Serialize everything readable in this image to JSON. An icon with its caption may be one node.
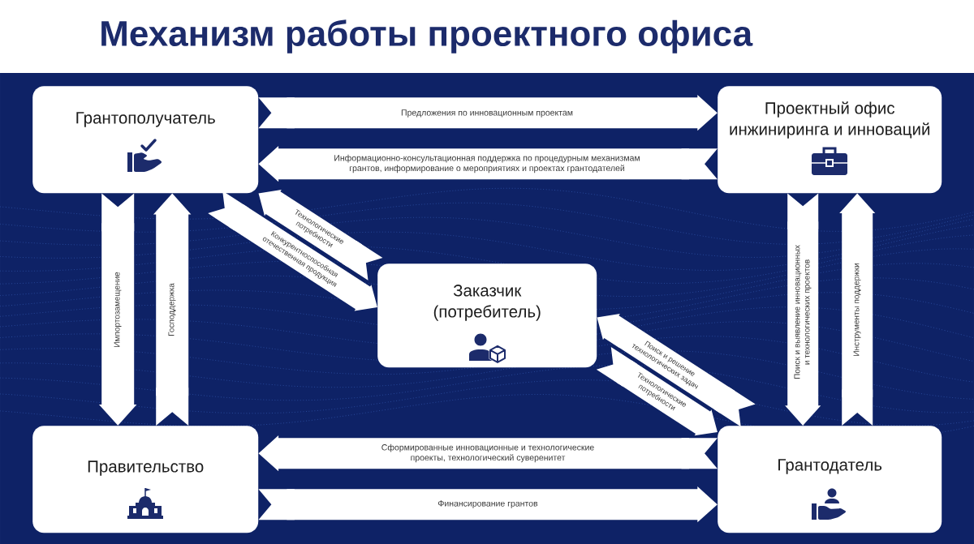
{
  "diagram": {
    "title": "Механизм работы проектного офиса",
    "nodes": [
      {
        "text": [
          "Грантополучатель"
        ]
      },
      {
        "text": [
          "Проектный офис инжиниринга и инноваций"
        ]
      },
      {
        "text": [
          "Заказчик (потребитель)"
        ]
      },
      {
        "text": [
          "Правительство"
        ]
      },
      {
        "text": [
          "Грантодатель"
        ]
      }
    ],
    "edges": [
      {
        "from": 0,
        "to": 1,
        "arrow": "to",
        "label": "Предложения по инновационным проектам"
      },
      {
        "from": 1,
        "to": 0,
        "arrow": "to",
        "label": "Информационно-консультационная поддержка по процедурным механизмам грантов, информирование о мероприятиях и проектах грантодателей"
      },
      {
        "from": 0,
        "to": 3,
        "arrow": "to",
        "label": "Импортозамещение"
      },
      {
        "from": 3,
        "to": 0,
        "arrow": "to",
        "label": "Господдержка"
      },
      {
        "from": 2,
        "to": 0,
        "arrow": "to",
        "label": "Технологические потребности"
      },
      {
        "from": 0,
        "to": 2,
        "arrow": "to",
        "label": "Конкурентноспособная отечественная продукция"
      },
      {
        "from": 1,
        "to": 4,
        "arrow": "to",
        "label": "Поиск и выявление инновационных и технологических проектов"
      },
      {
        "from": 4,
        "to": 1,
        "arrow": "to",
        "label": "Инструменты поддержки"
      },
      {
        "from": 4,
        "to": 2,
        "arrow": "to",
        "label": "Поиск и решение технологических задач"
      },
      {
        "from": 2,
        "to": 4,
        "arrow": "to",
        "label": "Технологические потребности"
      },
      {
        "from": 4,
        "to": 3,
        "arrow": "to",
        "label": "Сформированные инновационные и технологические проекты, технологический суверенитет"
      },
      {
        "from": 3,
        "to": 4,
        "arrow": "to",
        "label": "Финансирование грантов"
      }
    ]
  }
}
